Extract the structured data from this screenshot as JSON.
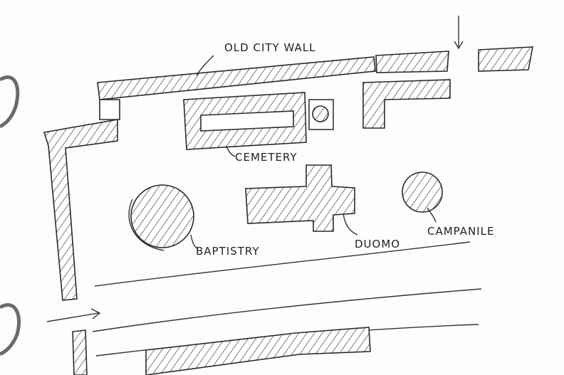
{
  "labels": {
    "old_city_wall": "OLD CITY WALL",
    "cemetery": "CEMETERY",
    "baptistry": "BAPTISTRY",
    "duomo": "DUOMO",
    "campanile": "CAMPANILE"
  },
  "colors": {
    "paper": "#fdfdfd",
    "ink": "#2a2a2a",
    "ring": "#555a60"
  }
}
